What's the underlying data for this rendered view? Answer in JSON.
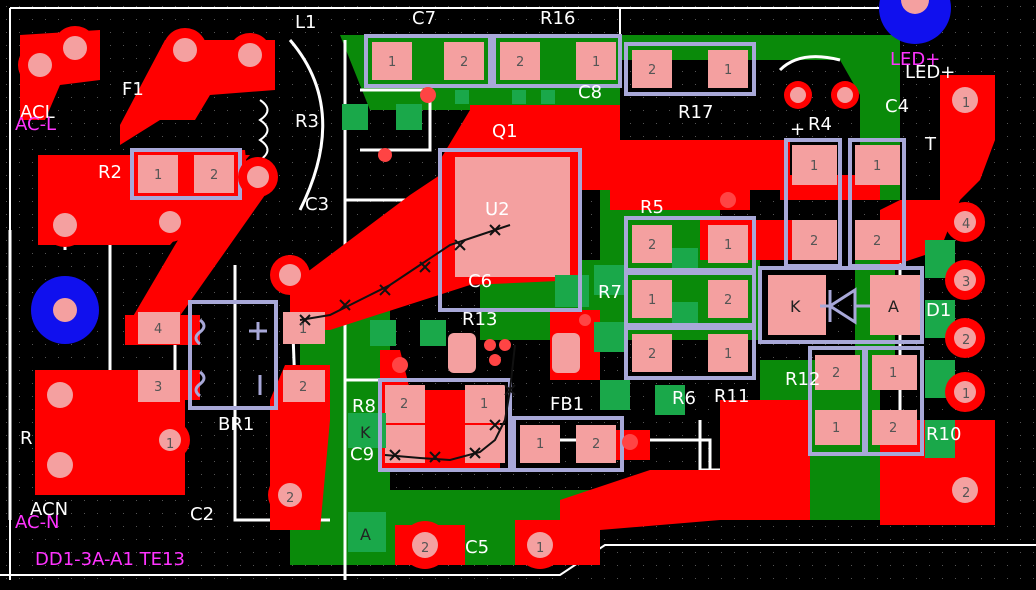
{
  "colors": {
    "background": "#000000",
    "top_copper": "#ff0000",
    "bottom_copper": "#0a8a0a",
    "pad": "#f4a0a0",
    "smd_green": "#1aa84a",
    "outline": "#a8a8d8",
    "silk": "#ffffff",
    "silk_bottom": "#ff33ff",
    "via": "#ff4444",
    "mount_hole": "#1010ee",
    "ratsnest": "#111111"
  },
  "labels": {
    "l1": "L1",
    "f1": "F1",
    "r2": "R2",
    "r3": "R3",
    "c3": "C3",
    "c7": "C7",
    "r16": "R16",
    "c8": "C8",
    "r17": "R17",
    "q1": "Q1",
    "u2": "U2",
    "r5": "R5",
    "c6": "C6",
    "r13": "R13",
    "r7": "R7",
    "r6": "R6",
    "r11": "R11",
    "fb1": "FB1",
    "r8": "R8",
    "c9": "C9",
    "br1": "BR1",
    "c2": "C2",
    "c5": "C5",
    "r4": "R4",
    "c4": "C4",
    "d1": "D1",
    "r12": "R12",
    "r10": "R10",
    "led_plus": "LED+",
    "acl": "ACL",
    "acn": "ACN",
    "r_left": "R",
    "t_right": "T",
    "ac_l_bottom": "AC-L",
    "ac_n_bottom": "AC-N",
    "board_id": "DD1-3A-A1 TE13",
    "plus": "+"
  },
  "pad_numbers": {
    "one": "1",
    "two": "2",
    "three": "3",
    "four": "4",
    "k": "K",
    "a": "A"
  }
}
